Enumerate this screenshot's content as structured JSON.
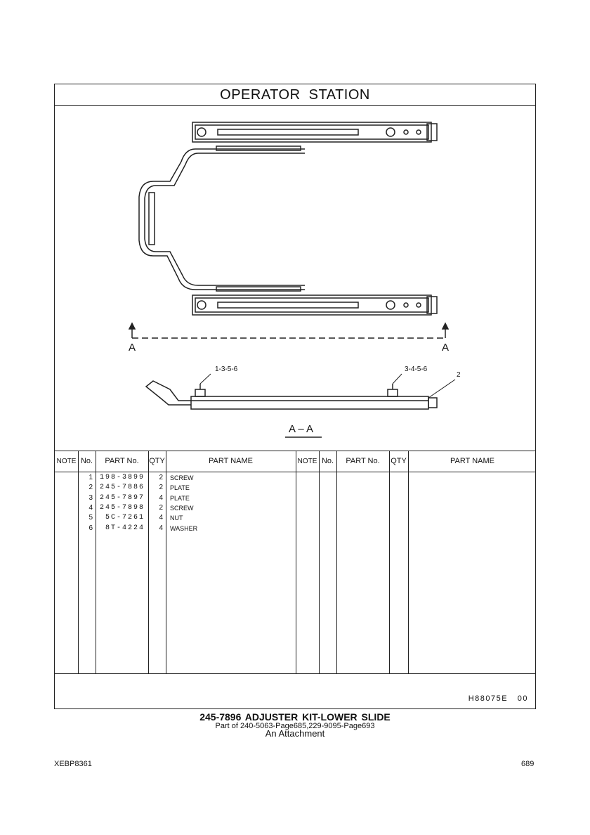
{
  "header": {
    "title": "OPERATOR  STATION"
  },
  "drawing": {
    "section_marker_left": "A",
    "section_marker_right": "A",
    "callouts": [
      "1-3-5-6",
      "3-4-5-6",
      "2"
    ],
    "section_label": "A – A"
  },
  "table": {
    "columns": [
      "NOTE",
      "No.",
      "PART No.",
      "QTY",
      "PART NAME",
      "NOTE",
      "No.",
      "PART No.",
      "QTY",
      "PART NAME"
    ],
    "rows": [
      {
        "no": "1",
        "part_no": "198-3899",
        "qty": "2",
        "name": "SCREW"
      },
      {
        "no": "2",
        "part_no": "245-7886",
        "qty": "2",
        "name": "PLATE"
      },
      {
        "no": "3",
        "part_no": "245-7897",
        "qty": "4",
        "name": "PLATE"
      },
      {
        "no": "4",
        "part_no": "245-7898",
        "qty": "2",
        "name": "SCREW"
      },
      {
        "no": "5",
        "part_no": "5C-7261",
        "qty": "4",
        "name": "NUT"
      },
      {
        "no": "6",
        "part_no": "8T-4224",
        "qty": "4",
        "name": "WASHER"
      }
    ],
    "illustration_code": "H88075E   00"
  },
  "caption": {
    "title": "245-7896  ADJUSTER  KIT-LOWER  SLIDE",
    "subtitle": "Part of 240-5063-Page685,229-9095-Page693",
    "note": "An Attachment"
  },
  "footer": {
    "doc_id": "XEBP8361",
    "page": "689"
  }
}
